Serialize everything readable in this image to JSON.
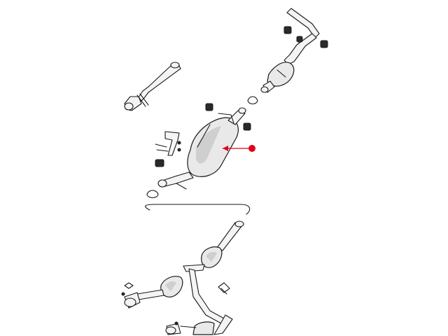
{
  "diagram": {
    "background_color": "#ffffff",
    "line_color": "#1a1a1a",
    "callout_color": "#e0001a",
    "parts": [
      {
        "name": "rear-tailpipe-resonator",
        "icon": "tailpipe-icon"
      },
      {
        "name": "rear-pipe-section",
        "icon": "pipe-icon"
      },
      {
        "name": "main-muffler",
        "icon": "muffler-icon",
        "highlighted": true
      },
      {
        "name": "mounting-bracket",
        "icon": "bracket-icon"
      },
      {
        "name": "rubber-isolators",
        "icon": "isolator-icon"
      },
      {
        "name": "pipe-clamps",
        "icon": "clamp-icon"
      },
      {
        "name": "front-y-pipe-catalytic-converters",
        "icon": "catalytic-converter-icon"
      },
      {
        "name": "manifold-gaskets",
        "icon": "gasket-icon"
      }
    ]
  }
}
